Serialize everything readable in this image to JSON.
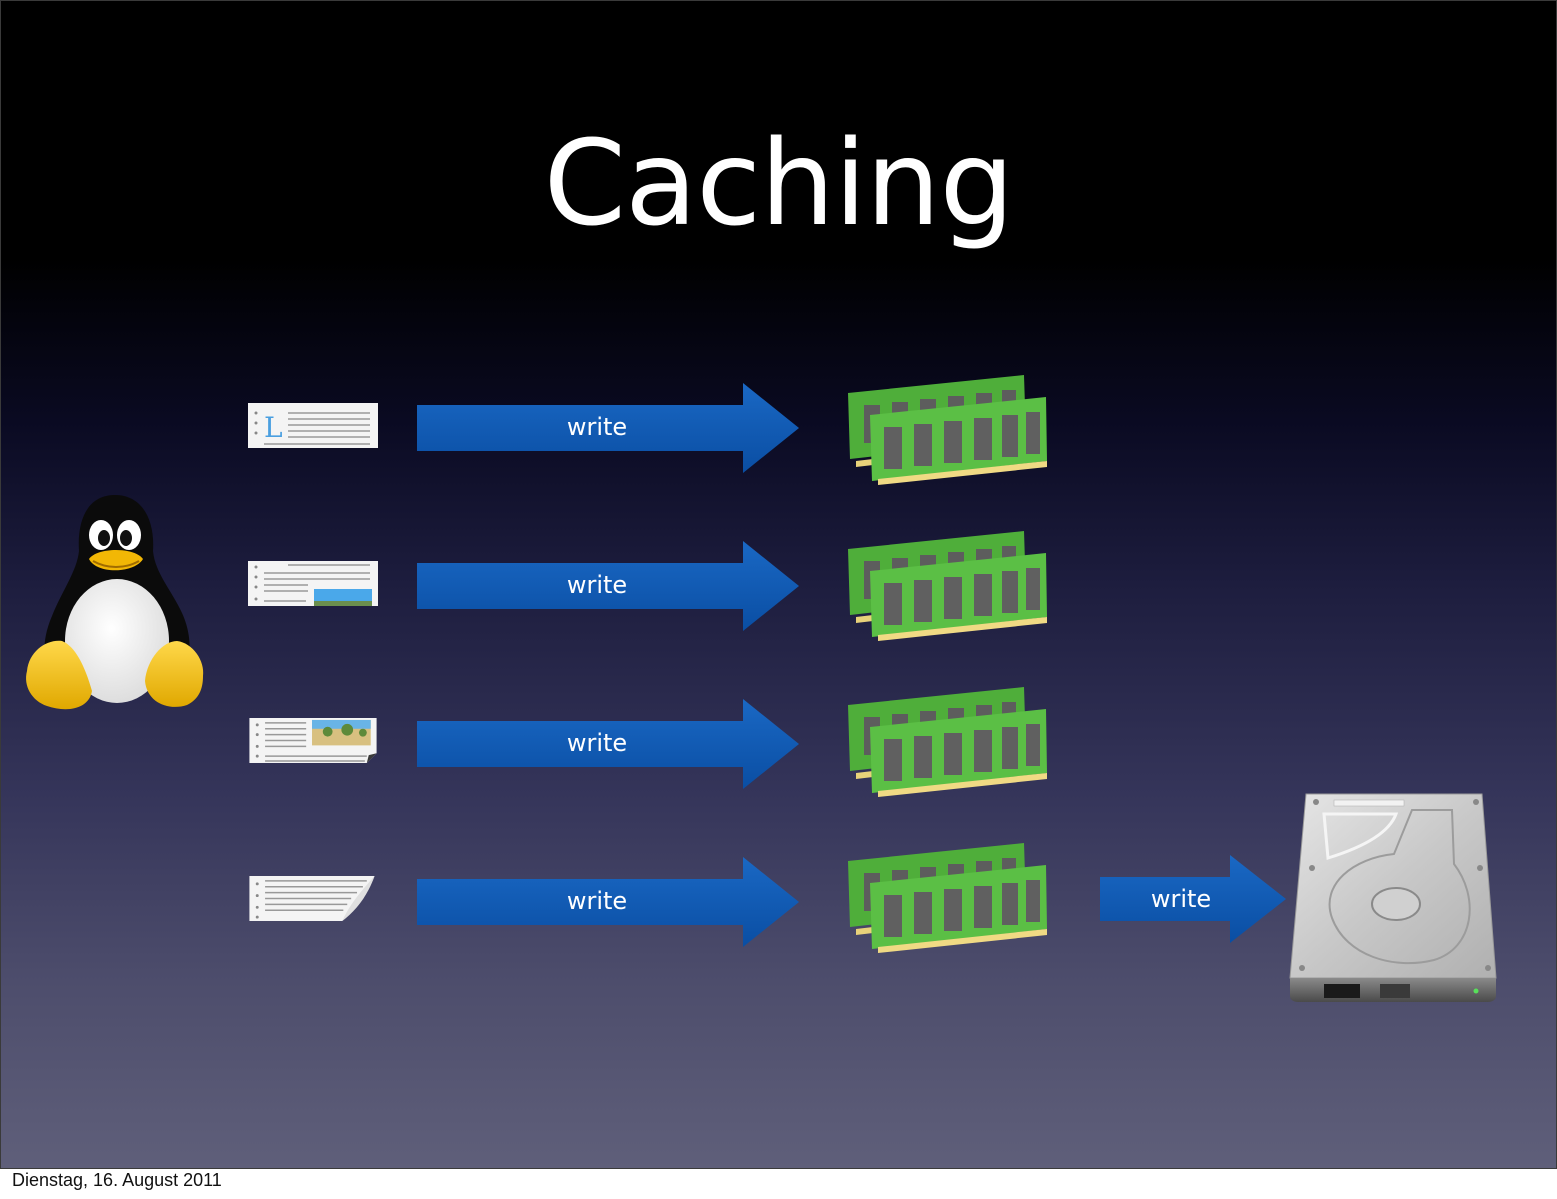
{
  "slide": {
    "title": "Caching",
    "footer_date": "Dienstag, 16. August 2011",
    "colors": {
      "arrow_blue": "#1059b3",
      "ram_green": "#55b540",
      "ram_chip": "#5d5d5d",
      "ram_pins": "#e8d27a",
      "tux_yellow": "#f2c318"
    }
  },
  "diagram": {
    "source": {
      "icon": "linux-tux-penguin-icon",
      "label": "Linux"
    },
    "rows": [
      {
        "document_icon": "document-page-1-icon",
        "arrow_label": "write",
        "target_icon": "ram-memory-icon"
      },
      {
        "document_icon": "document-page-2-icon",
        "arrow_label": "write",
        "target_icon": "ram-memory-icon"
      },
      {
        "document_icon": "document-page-3-icon",
        "arrow_label": "write",
        "target_icon": "ram-memory-icon"
      },
      {
        "document_icon": "document-page-4-icon",
        "arrow_label": "write",
        "target_icon": "ram-memory-icon"
      }
    ],
    "flush": {
      "arrow_label": "write",
      "target_icon": "hard-disk-drive-icon"
    }
  }
}
